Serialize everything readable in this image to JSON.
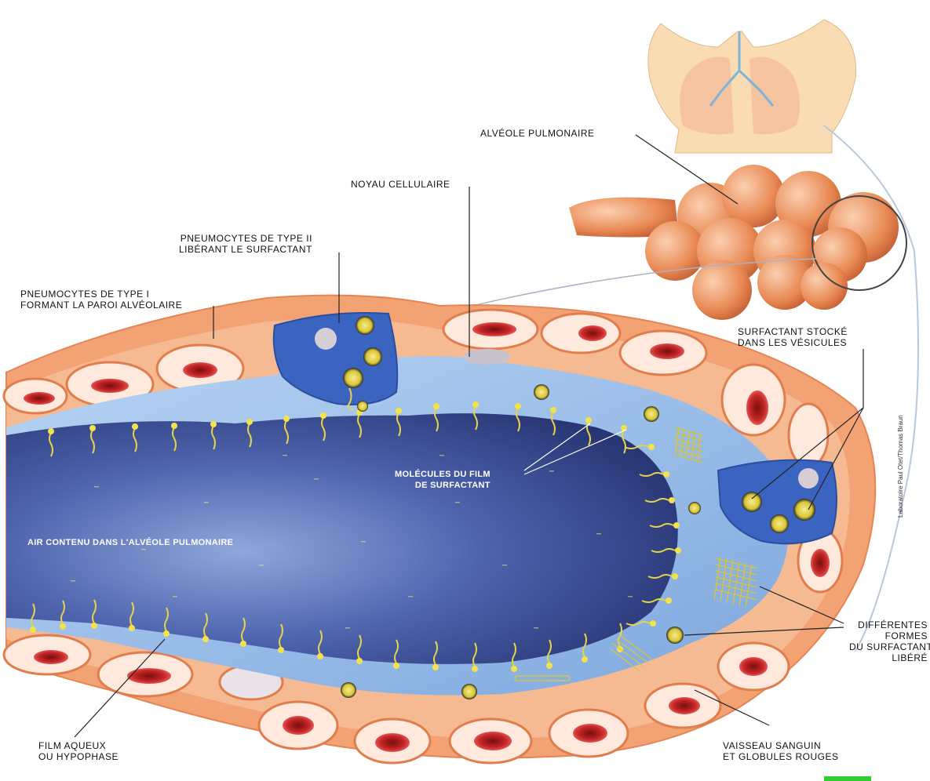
{
  "labels": {
    "alveole_pulmonaire": "ALVÉOLE PULMONAIRE",
    "noyau_cellulaire": "NOYAU CELLULAIRE",
    "pneumocytes_type2_l1": "PNEUMOCYTES DE TYPE II",
    "pneumocytes_type2_l2": "LIBÉRANT LE SURFACTANT",
    "pneumocytes_type1_l1": "PNEUMOCYTES DE TYPE I",
    "pneumocytes_type1_l2": "FORMANT LA PAROI ALVÉOLAIRE",
    "surfactant_stocke_l1": "SURFACTANT STOCKÉ",
    "surfactant_stocke_l2": "DANS LES VÉSICULES",
    "molecules_l1": "MOLÉCULES DU FILM",
    "molecules_l2": "DE SURFACTANT",
    "air_contenu": "AIR CONTENU DANS L'ALVÉOLE PULMONAIRE",
    "differentes_l1": "DIFFÉRENTES",
    "differentes_l2": "FORMES",
    "differentes_l3": "DU SURFACTANT",
    "differentes_l4": "LIBÉRÉ",
    "film_aqueux_l1": "FILM AQUEUX",
    "film_aqueux_l2": "OU HYPOPHASE",
    "vaisseau_l1": "VAISSEAU SANGUIN",
    "vaisseau_l2": "ET GLOBULES ROUGES"
  },
  "credit": "Laboratoire Paul Otet/Thomas Braun",
  "colors": {
    "alveolar_wall": "#f4a373",
    "wall_inner": "#f7c7a4",
    "capillary": "#c62828",
    "hypophase": "#8fb8e6",
    "air_space": "#2b3f8a",
    "type2_cell": "#3a64c0",
    "surfactant": "#e8d84a"
  }
}
